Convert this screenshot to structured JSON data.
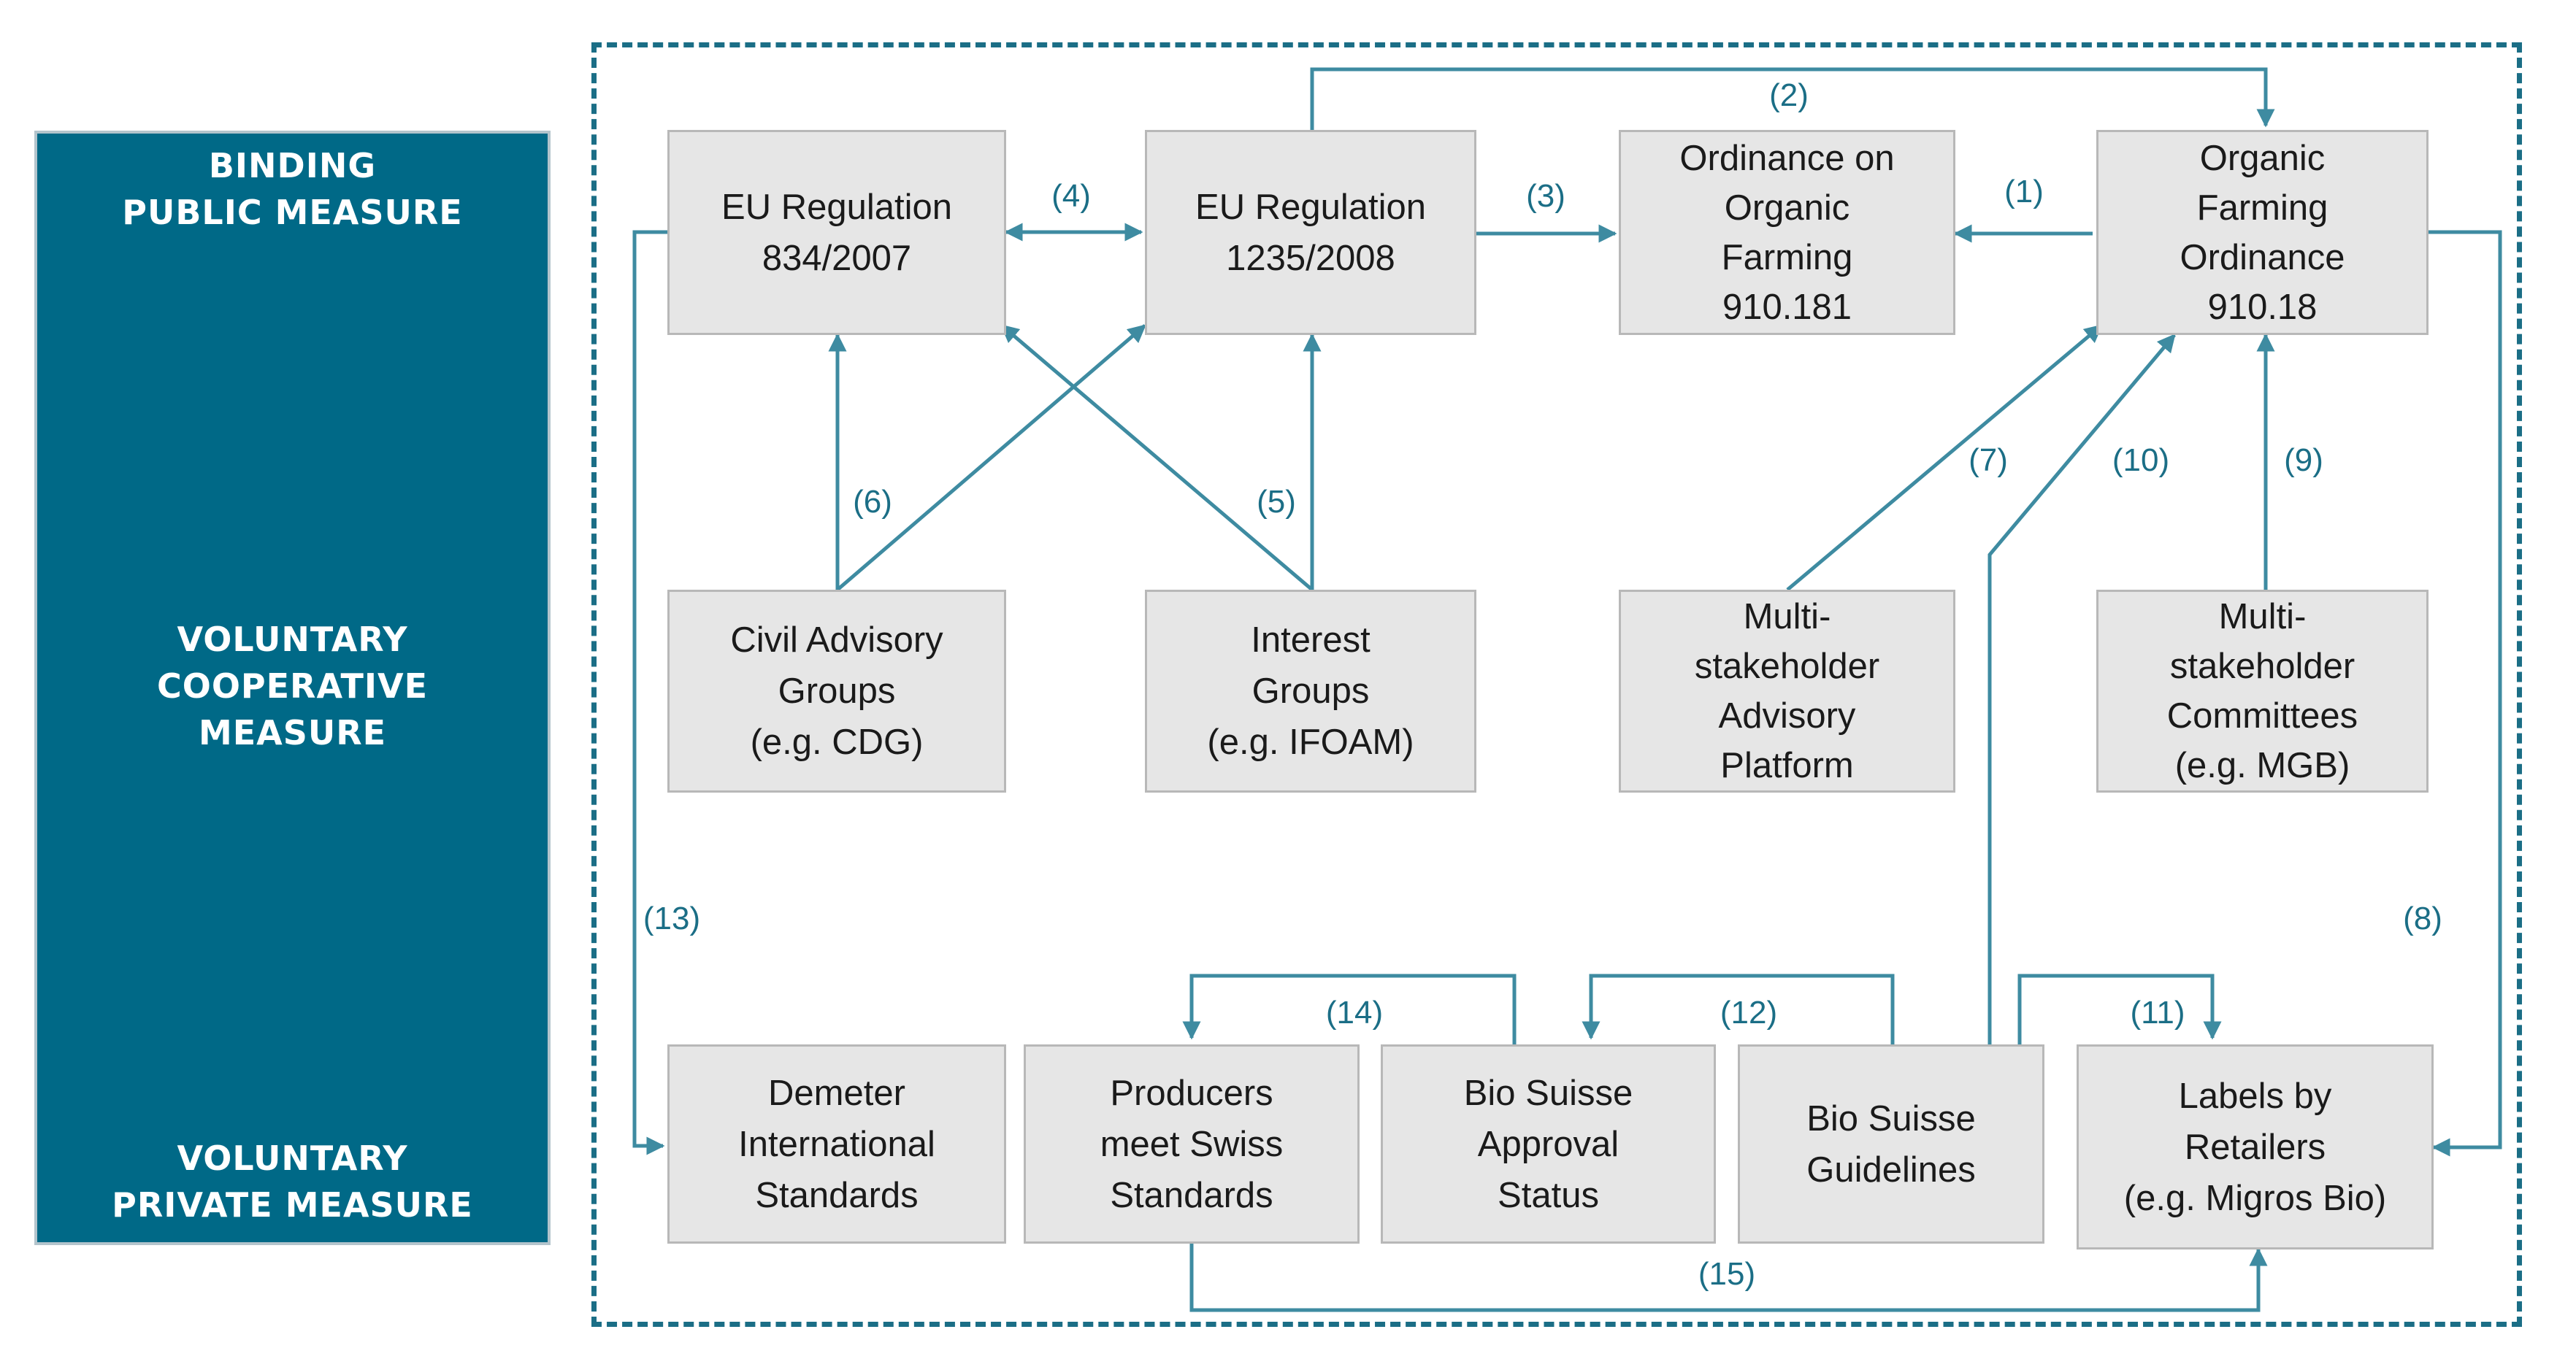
{
  "categories": {
    "binding": [
      "BINDING",
      "PUBLIC MEASURE"
    ],
    "cooperative": [
      "VOLUNTARY",
      "COOPERATIVE",
      "MEASURE"
    ],
    "private": [
      "VOLUNTARY",
      "PRIVATE MEASURE"
    ]
  },
  "boxes": {
    "eu834": [
      "EU Regulation",
      "834/2007"
    ],
    "eu1235": [
      "EU Regulation",
      "1235/2008"
    ],
    "ordinance_organic": [
      "Ordinance on",
      "Organic",
      "Farming",
      "910.181"
    ],
    "organic_farming_ordinance": [
      "Organic",
      "Farming",
      "Ordinance",
      "910.18"
    ],
    "civil_advisory": [
      "Civil Advisory",
      "Groups",
      "(e.g. CDG)"
    ],
    "interest_groups": [
      "Interest",
      "Groups",
      "(e.g. IFOAM)"
    ],
    "advisory_platform": [
      "Multi-",
      "stakeholder",
      "Advisory",
      "Platform"
    ],
    "committees": [
      "Multi-",
      "stakeholder",
      "Committees",
      "(e.g. MGB)"
    ],
    "demeter": [
      "Demeter",
      "International",
      "Standards"
    ],
    "producers": [
      "Producers",
      "meet Swiss",
      "Standards"
    ],
    "approval": [
      "Bio Suisse",
      "Approval",
      "Status"
    ],
    "guidelines": [
      "Bio Suisse",
      "Guidelines"
    ],
    "labels": [
      "Labels by",
      "Retailers",
      "(e.g. Migros Bio)"
    ]
  },
  "edge_labels": {
    "e1": "(1)",
    "e2": "(2)",
    "e3": "(3)",
    "e4": "(4)",
    "e5": "(5)",
    "e6": "(6)",
    "e7": "(7)",
    "e8": "(8)",
    "e9": "(9)",
    "e10": "(10)",
    "e11": "(11)",
    "e12": "(12)",
    "e13": "(13)",
    "e14": "(14)",
    "e15": "(15)"
  },
  "colors": {
    "sidebar": "#006987",
    "arrow": "#3e8ba1",
    "label": "#1b6e86",
    "box_fill": "#e6e6e6"
  }
}
